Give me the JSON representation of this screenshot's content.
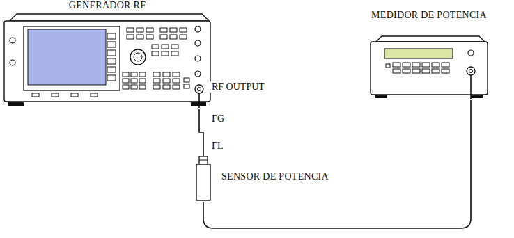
{
  "diagram": {
    "nodes": [
      {
        "text": [
          "GENERADOR RF"
        ]
      },
      {
        "text": [
          "SENSOR DE POTENCIA"
        ]
      },
      {
        "text": [
          "MEDIDOR DE POTENCIA"
        ]
      }
    ],
    "edges": [
      {
        "from": 0,
        "to": 1,
        "arrow": "none"
      },
      {
        "from": 1,
        "to": 2,
        "arrow": "none"
      }
    ],
    "labels": [
      "RF OUTPUT",
      "ΓG",
      "ΓL"
    ]
  }
}
